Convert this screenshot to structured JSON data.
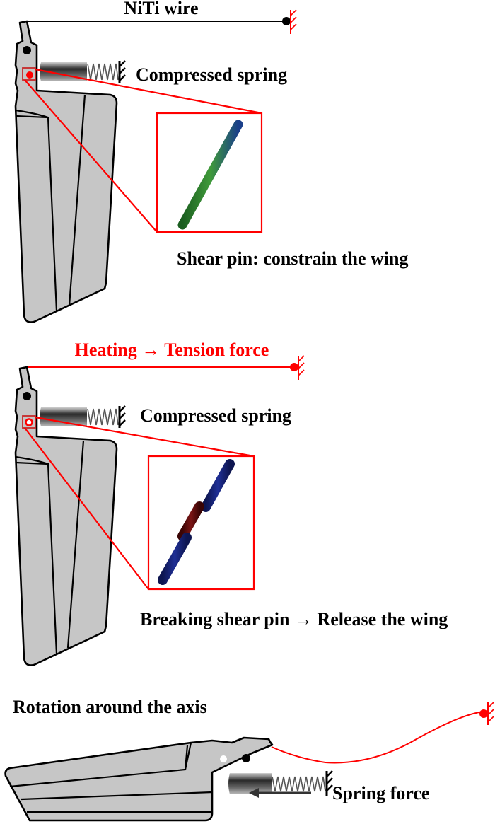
{
  "colors": {
    "accent": "#ff0000",
    "wing_fill": "#c6c6c6",
    "outline": "#000000",
    "pin_intact": "#2e7d32",
    "pin_broken": "#1a237e",
    "pin_fracture": "#6d1010"
  },
  "panels": [
    {
      "id": "stowed",
      "wire_label": "NiTi wire",
      "spring_label": "Compressed spring",
      "caption": "Shear pin: constrain the wing"
    },
    {
      "id": "heating",
      "wire_label": "Heating → Tension force",
      "spring_label": "Compressed spring",
      "caption": "Breaking shear pin → Release the wing"
    },
    {
      "id": "deployed",
      "title": "Rotation around the axis",
      "force_label": "Spring force"
    }
  ]
}
